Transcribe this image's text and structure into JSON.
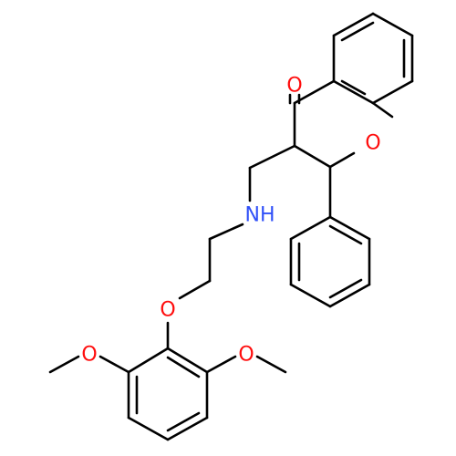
{
  "molecule": {
    "atoms": {
      "carbonyl_oxygen": "O",
      "ring_oxygen": "O",
      "amine": "NH",
      "ether_oxygen": "O",
      "methoxy_oxygen_left": "O",
      "methoxy_oxygen_right": "O"
    },
    "colors": {
      "bond": "#000000",
      "oxygen": "#ff0d0d",
      "nitrogen": "#3050f8",
      "background": "#ffffff"
    }
  }
}
